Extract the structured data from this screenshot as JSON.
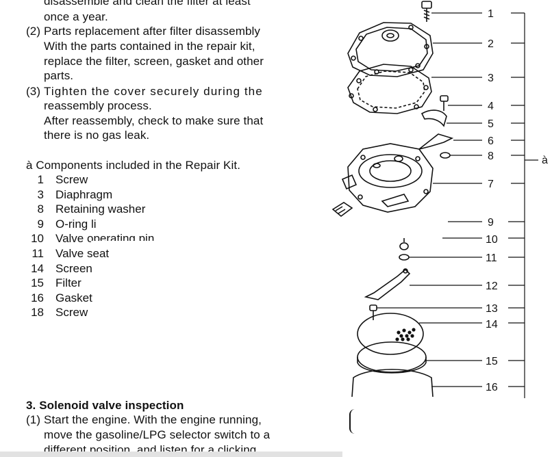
{
  "text": {
    "line_top": "disassemble and clean the filter at least",
    "line_once": "once a year.",
    "item2_num": "(2)",
    "item2_title": "Parts replacement after filter disassembly",
    "item2_l1": "With the parts contained in the repair kit,",
    "item2_l2": "replace the filter, screen, gasket and other",
    "item2_l3": "parts.",
    "item3_num": "(3)",
    "item3_l1": "Tighten the cover securely during the",
    "item3_l2": "reassembly process.",
    "item3_l3": "After reassembly, check to make sure that",
    "item3_l4": "there is no gas leak.",
    "kit_heading": "à Components included in the Repair Kit.",
    "section_heading": "3. Solenoid valve inspection",
    "s1_num": "(1)",
    "s1_l1": "Start the engine. With the engine running,",
    "s1_l2": "move the gasoline/LPG selector switch to a",
    "s1_l3": "different position, and listen for a clicking"
  },
  "components": [
    {
      "num": "1",
      "label": "Screw"
    },
    {
      "num": "3",
      "label": "Diaphragm"
    },
    {
      "num": "8",
      "label": "Retaining washer"
    },
    {
      "num": "9",
      "label": "O-ring li"
    },
    {
      "num": "10",
      "label": "Valve operating pin"
    },
    {
      "num": "11",
      "label": "Valve seat"
    },
    {
      "num": "14",
      "label": "Screen"
    },
    {
      "num": "15",
      "label": "Filter"
    },
    {
      "num": "16",
      "label": "Gasket"
    },
    {
      "num": "18",
      "label": "Screw"
    }
  ],
  "diagram": {
    "callouts": [
      "1",
      "2",
      "3",
      "4",
      "5",
      "6",
      "8",
      "7",
      "9",
      "10",
      "11",
      "12",
      "13",
      "14",
      "15",
      "16"
    ],
    "bracket_marker": "à"
  }
}
